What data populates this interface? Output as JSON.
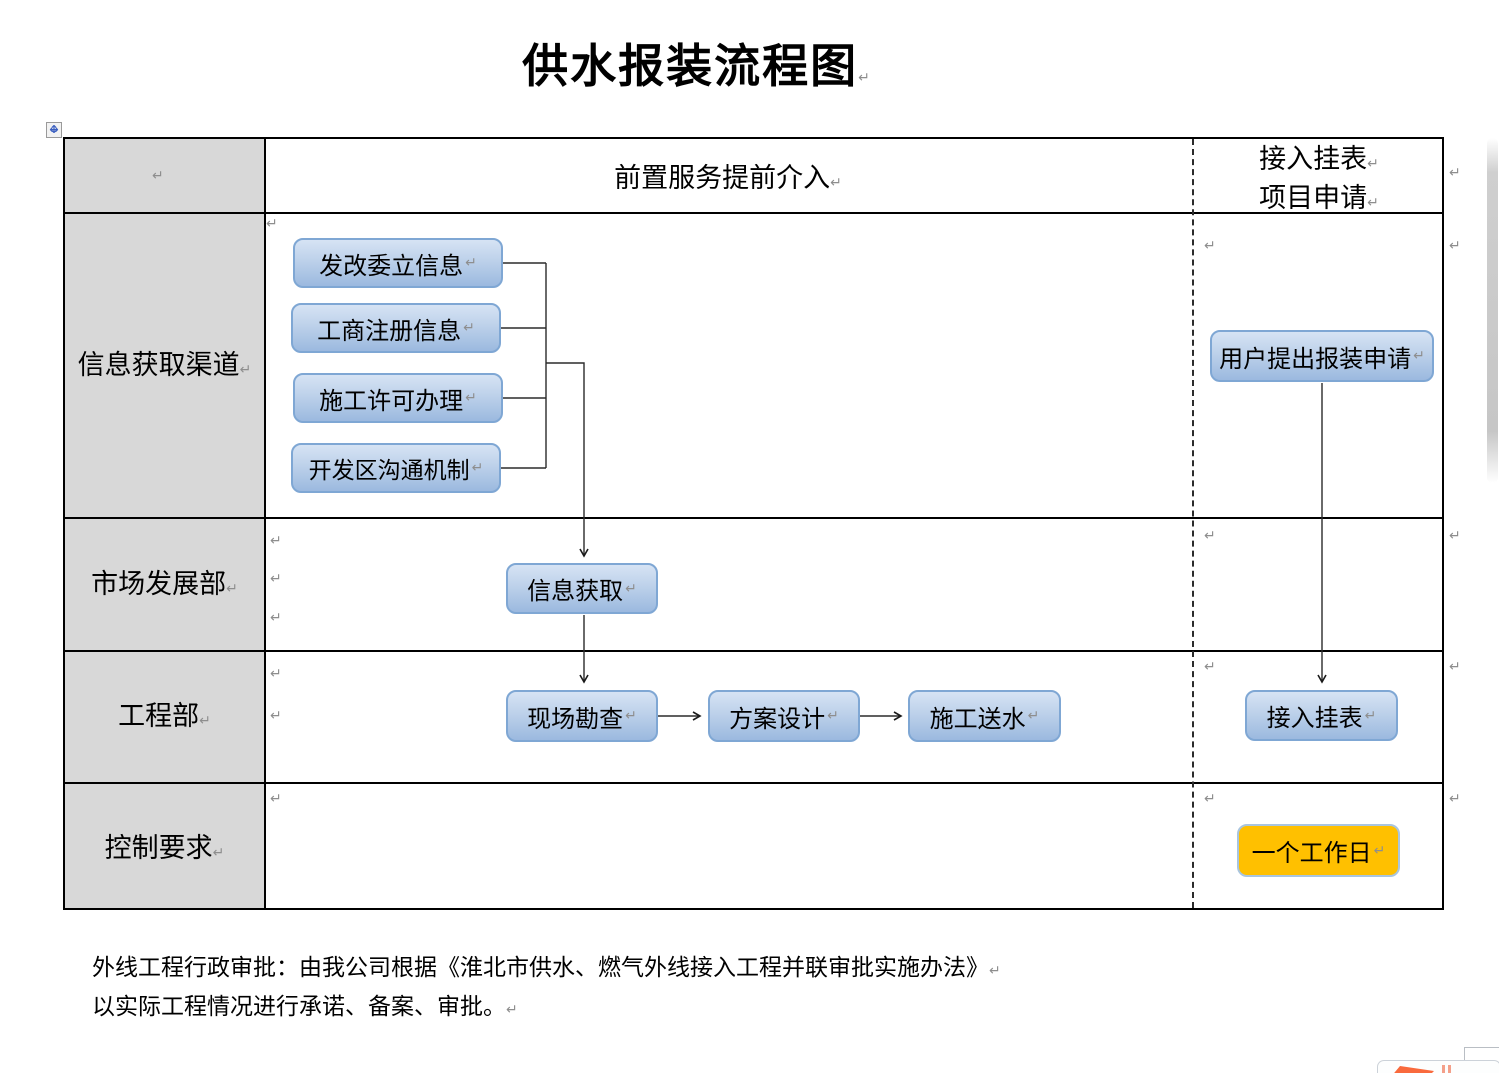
{
  "title": "供水报装流程图",
  "marks": {
    "pilcrow": "↵"
  },
  "icons": {
    "move_horizontal": "↔",
    "move_vertical": "↕"
  },
  "table": {
    "header": {
      "middle": "前置服务提前介入",
      "right_line1": "接入挂表",
      "right_line2": "项目申请"
    },
    "row_labels": [
      "信息获取渠道",
      "市场发展部",
      "工程部",
      "控制要求"
    ]
  },
  "nodes": {
    "fagaiwei": "发改委立信息",
    "gongshang": "工商注册信息",
    "shigong_xuke": "施工许可办理",
    "kaifaqu": "开发区沟通机制",
    "xinxi_huoqu": "信息获取",
    "xianchang_kancha": "现场勘查",
    "fangan_sheji": "方案设计",
    "shigong_songshui": "施工送水",
    "yonghu_shenqing": "用户提出报装申请",
    "jieru_guabiao": "接入挂表",
    "yige_gongzuori": "一个工作日"
  },
  "footer": {
    "line1": "外线工程行政审批：由我公司根据《淮北市供水、燃气外线接入工程并联审批实施办法》",
    "line2": "以实际工程情况进行承诺、备案、审批。"
  },
  "colors": {
    "node_border": "#7fa7d4",
    "node_fill_top": "#d6e3f4",
    "node_fill_bottom": "#9bb9df",
    "highlight_fill": "#ffc000",
    "highlight_border": "#a9c5df",
    "label_cell_bg": "#d8d8d8",
    "table_border": "#000000",
    "connector": "#2b2b2b",
    "pilcrow_gray": "#8e8e8e",
    "logo_orange": "#f96a3d"
  }
}
